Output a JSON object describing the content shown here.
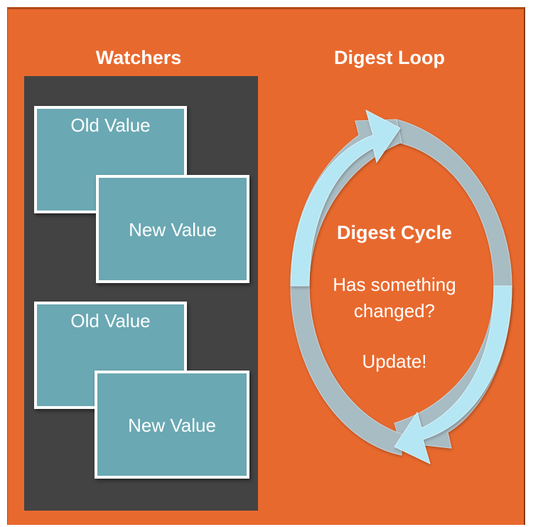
{
  "watchers": {
    "heading": "Watchers",
    "pairs": [
      {
        "old_label": "Old Value",
        "new_label": "New Value"
      },
      {
        "old_label": "Old Value",
        "new_label": "New Value"
      }
    ]
  },
  "digest_loop": {
    "heading": "Digest Loop",
    "cycle_title": "Digest Cycle",
    "question_line1": "Has something",
    "question_line2": "changed?",
    "action": "Update!"
  },
  "colors": {
    "background": "#e8692e",
    "panel": "#434343",
    "card": "#6aa8b3",
    "arrow_light": "#b5e6f3",
    "arrow_gray": "#a8bcc4",
    "text": "#ffffff"
  }
}
